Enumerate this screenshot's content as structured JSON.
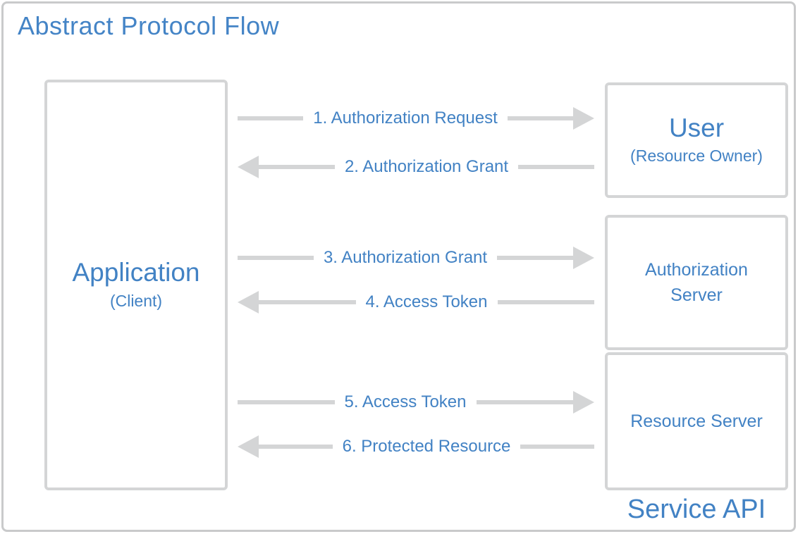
{
  "title": "Abstract Protocol Flow",
  "colors": {
    "accent_blue": "#4282c4",
    "arrow_gray": "#d4d5d6",
    "frame_gray": "#c9cacb",
    "background": "#ffffff"
  },
  "nodes": {
    "application": {
      "name": "Application",
      "subtitle": "(Client)"
    },
    "user": {
      "name": "User",
      "subtitle": "(Resource Owner)"
    },
    "authorization_server": {
      "name": "Authorization Server"
    },
    "resource_server": {
      "name": "Resource Server"
    }
  },
  "service_api_label": "Service API",
  "flows": [
    {
      "label": "1. Authorization Request",
      "direction": "right",
      "from": "Application",
      "to": "User"
    },
    {
      "label": "2. Authorization Grant",
      "direction": "left",
      "from": "User",
      "to": "Application"
    },
    {
      "label": "3. Authorization Grant",
      "direction": "right",
      "from": "Application",
      "to": "Authorization Server"
    },
    {
      "label": "4. Access Token",
      "direction": "left",
      "from": "Authorization Server",
      "to": "Application"
    },
    {
      "label": "5. Access Token",
      "direction": "right",
      "from": "Application",
      "to": "Resource Server"
    },
    {
      "label": "6. Protected Resource",
      "direction": "left",
      "from": "Resource Server",
      "to": "Application"
    }
  ]
}
